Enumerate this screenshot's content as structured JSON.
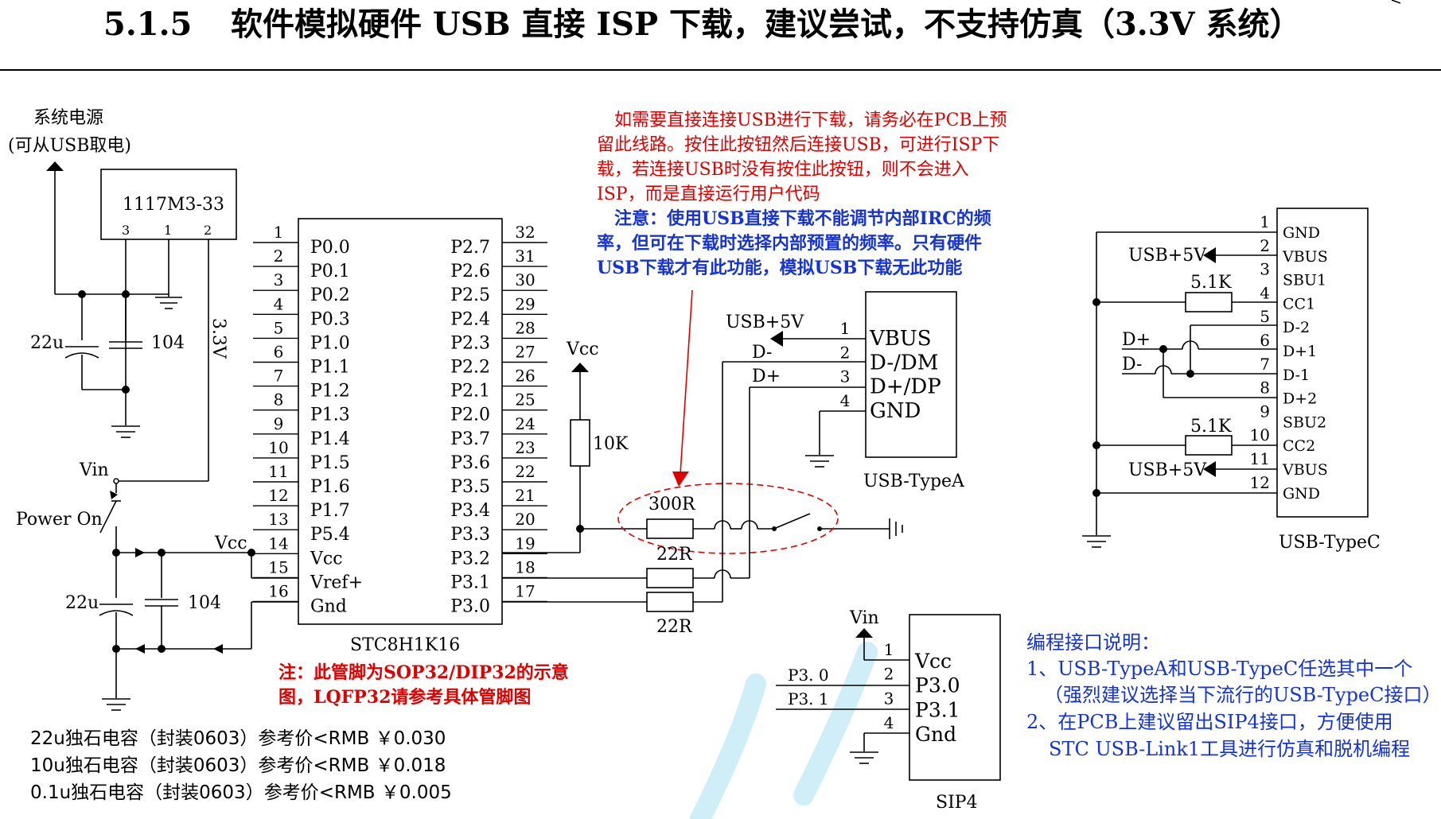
{
  "title": {
    "number": "5.1.5",
    "text": "软件模拟硬件 USB 直接 ISP 下载，建议尝试，不支持仿真（3.3V 系统）"
  },
  "power": {
    "label_line1": "系统电源",
    "label_line2": "(可从USB取电)",
    "regulator_name": "1117M3-33",
    "regulator_pins": [
      "3",
      "1",
      "2"
    ],
    "output_label": "3.3V",
    "cap_bulk": "22u",
    "cap_decoupling": "104"
  },
  "switch": {
    "vin_label": "Vin",
    "power_on_label": "Power On",
    "vcc_label": "Vcc",
    "cap_bulk": "22u",
    "cap_decoupling": "104"
  },
  "mcu": {
    "name": "STC8H1K16",
    "left_pins": [
      {
        "num": "1",
        "name": "P0.0"
      },
      {
        "num": "2",
        "name": "P0.1"
      },
      {
        "num": "3",
        "name": "P0.2"
      },
      {
        "num": "4",
        "name": "P0.3"
      },
      {
        "num": "5",
        "name": "P1.0"
      },
      {
        "num": "6",
        "name": "P1.1"
      },
      {
        "num": "7",
        "name": "P1.2"
      },
      {
        "num": "8",
        "name": "P1.3"
      },
      {
        "num": "9",
        "name": "P1.4"
      },
      {
        "num": "10",
        "name": "P1.5"
      },
      {
        "num": "11",
        "name": "P1.6"
      },
      {
        "num": "12",
        "name": "P1.7"
      },
      {
        "num": "13",
        "name": "P5.4"
      },
      {
        "num": "14",
        "name": "Vcc"
      },
      {
        "num": "15",
        "name": "Vref+"
      },
      {
        "num": "16",
        "name": "Gnd"
      }
    ],
    "right_pins": [
      {
        "num": "32",
        "name": "P2.7"
      },
      {
        "num": "31",
        "name": "P2.6"
      },
      {
        "num": "30",
        "name": "P2.5"
      },
      {
        "num": "29",
        "name": "P2.4"
      },
      {
        "num": "28",
        "name": "P2.3"
      },
      {
        "num": "27",
        "name": "P2.2"
      },
      {
        "num": "26",
        "name": "P2.1"
      },
      {
        "num": "25",
        "name": "P2.0"
      },
      {
        "num": "24",
        "name": "P3.7"
      },
      {
        "num": "23",
        "name": "P3.6"
      },
      {
        "num": "22",
        "name": "P3.5"
      },
      {
        "num": "21",
        "name": "P3.4"
      },
      {
        "num": "20",
        "name": "P3.3"
      },
      {
        "num": "19",
        "name": "P3.2"
      },
      {
        "num": "18",
        "name": "P3.1"
      },
      {
        "num": "17",
        "name": "P3.0"
      }
    ],
    "pin_note_line1": "注：此管脚为SOP32/DIP32的示意",
    "pin_note_line2": "图，LQFP32请参考具体管脚图"
  },
  "pullup": {
    "vcc_label": "Vcc",
    "resistor": "10K"
  },
  "resistors": {
    "button_series": "300R",
    "dm_series": "22R",
    "dp_series": "22R"
  },
  "note_red": [
    "如需要直接连接USB进行下载，请务必在PCB上预",
    "留此线路。按住此按钮然后连接USB，可进行ISP下",
    "载，若连接USB时没有按住此按钮，则不会进入",
    "ISP，而是直接运行用户代码"
  ],
  "note_blue": [
    "注意：使用USB直接下载不能调节内部IRC的频",
    "率，但可在下载时选择内部预置的频率。只有硬件",
    "USB下载才有此功能，模拟USB下载无此功能"
  ],
  "usb_a": {
    "name": "USB-TypeA",
    "pins": [
      {
        "num": "1",
        "name": "VBUS",
        "net": "USB+5V"
      },
      {
        "num": "2",
        "name": "D-/DM",
        "net": "D-"
      },
      {
        "num": "3",
        "name": "D+/DP",
        "net": "D+"
      },
      {
        "num": "4",
        "name": "GND",
        "net": ""
      }
    ]
  },
  "usb_c": {
    "name": "USB-TypeC",
    "pins": [
      {
        "num": "1",
        "name": "GND"
      },
      {
        "num": "2",
        "name": "VBUS"
      },
      {
        "num": "3",
        "name": "SBU1"
      },
      {
        "num": "4",
        "name": "CC1"
      },
      {
        "num": "5",
        "name": "D-2"
      },
      {
        "num": "6",
        "name": "D+1"
      },
      {
        "num": "7",
        "name": "D-1"
      },
      {
        "num": "8",
        "name": "D+2"
      },
      {
        "num": "9",
        "name": "SBU2"
      },
      {
        "num": "10",
        "name": "CC2"
      },
      {
        "num": "11",
        "name": "VBUS"
      },
      {
        "num": "12",
        "name": "GND"
      }
    ],
    "vbus_net_top": "USB+5V",
    "vbus_net_bottom": "USB+5V",
    "cc1_resistor": "5.1K",
    "cc2_resistor": "5.1K",
    "dp_net": "D+",
    "dm_net": "D-"
  },
  "sip4": {
    "name": "SIP4",
    "vin_label": "Vin",
    "pins": [
      {
        "num": "1",
        "name": "Vcc",
        "net": ""
      },
      {
        "num": "2",
        "name": "P3.0",
        "net": "P3. 0"
      },
      {
        "num": "3",
        "name": "P3.1",
        "net": "P3. 1"
      },
      {
        "num": "4",
        "name": "Gnd",
        "net": ""
      }
    ]
  },
  "prog_notes": {
    "heading": "编程接口说明：",
    "line1": "1、USB-TypeA和USB-TypeC任选其中一个",
    "line2": "（强烈建议选择当下流行的USB-TypeC接口）",
    "line3": "2、在PCB上建议留出SIP4接口，方便使用",
    "line4": "STC USB-Link1工具进行仿真和脱机编程"
  },
  "prices": [
    "22u独石电容（封装0603）参考价<RMB ￥0.030",
    "10u独石电容（封装0603）参考价<RMB ￥0.018",
    "0.1u独石电容（封装0603）参考价<RMB ￥0.005"
  ],
  "colors": {
    "text": "#000000",
    "red_note": "#e00000",
    "blue_note": "#1533d6",
    "watermark": "#cfeef7"
  }
}
